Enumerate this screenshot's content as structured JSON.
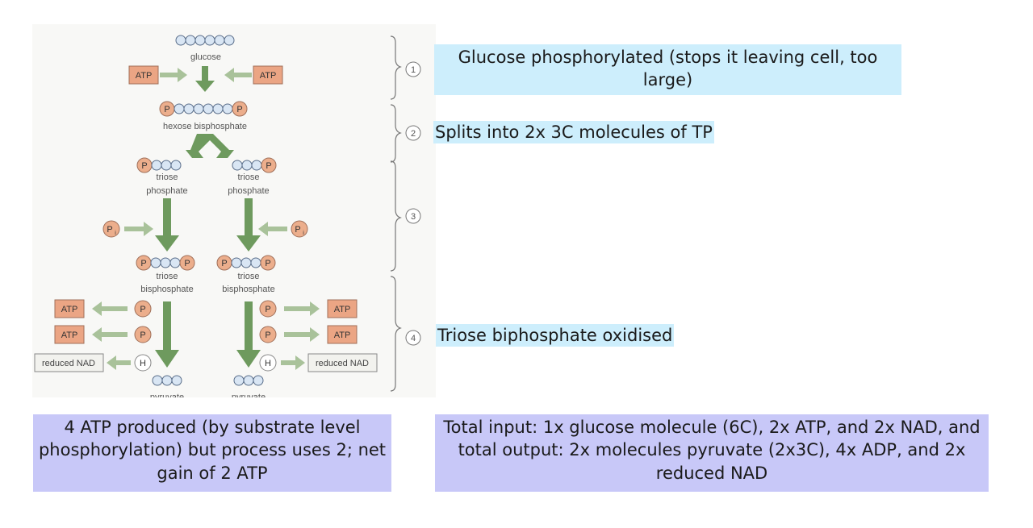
{
  "diagram": {
    "glucose_label": "glucose",
    "hexose_label": "hexose bisphosphate",
    "triose_phosphate_label_line1": "triose",
    "triose_phosphate_label_line2": "phosphate",
    "triose_bisphosphate_label_line1": "triose",
    "triose_bisphosphate_label_line2": "bisphosphate",
    "pyruvate_label": "pyruvate",
    "atp_label": "ATP",
    "phosphate_symbol": "P",
    "inorganic_phosphate_symbol": "P",
    "inorganic_phosphate_subscript": "i",
    "hydrogen_symbol": "H",
    "reduced_nad_label": "reduced NAD",
    "stage_numbers": [
      "1",
      "2",
      "3",
      "4"
    ]
  },
  "notes": {
    "stage1": "Glucose phosphorylated (stops it leaving cell, too large)",
    "stage2": "Splits into 2x 3C molecules of TP",
    "stage4": "Triose biphosphate oxidised",
    "atp_summary": "4 ATP produced (by substrate level phosphorylation) but process uses 2; net gain of 2 ATP",
    "totals": "Total input: 1x glucose molecule (6C), 2x ATP, and 2x NAD, and total output: 2x molecules pyruvate (2x3C), 4x ADP, and 2x reduced NAD"
  },
  "colors": {
    "phosphate_fill": "#ecae8c",
    "atp_fill": "#eba584",
    "carbon_fill": "#d9e6f4",
    "arrow_dark": "#6e9a5e",
    "arrow_light": "#a9c29a",
    "note_blue": "#cdeefc",
    "note_purple": "#c8c8f8"
  }
}
